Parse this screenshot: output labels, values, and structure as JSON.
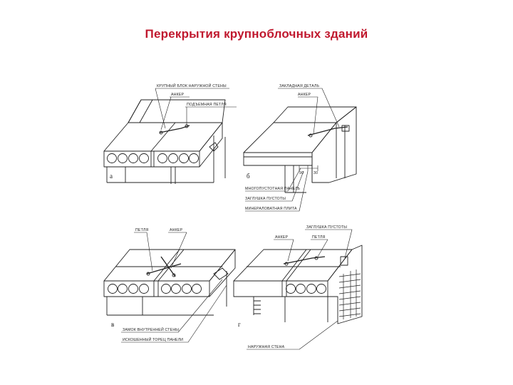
{
  "title": "Перекрытия крупноблочных зданий",
  "panel_a": {
    "letter": "а",
    "labels": [
      "КРУПНЫЙ БЛОК НАРУЖНОЙ СТЕНЫ",
      "АНКЕР",
      "ПОДЪЕМНАЯ ПЕТЛЯ"
    ]
  },
  "panel_b": {
    "letter": "б",
    "labels": [
      "ЗАКЛАДНАЯ ДЕТАЛЬ",
      "АНКЕР",
      "МНОГОПУСТОТНАЯ ПАНЕЛЬ",
      "ЗАГЛУШКА ПУСТОТЫ",
      "МИНЕРАЛОВАТНАЯ ПЛИТА"
    ],
    "dims": [
      "90",
      "30"
    ]
  },
  "panel_c": {
    "letter": "в",
    "labels": [
      "ПЕТЛЯ",
      "АНКЕР",
      "ЗАМОК ВНУТРЕННЕЙ СТЕНЫ",
      "ИСКОШЕННЫЙ ТОРЕЦ ПАНЕЛИ"
    ]
  },
  "panel_d": {
    "letter": "г",
    "labels": [
      "ЗАГЛУШКА ПУСТОТЫ",
      "АНКЕР",
      "ПЕТЛЯ",
      "НАРУЖНАЯ СТЕНА"
    ]
  }
}
